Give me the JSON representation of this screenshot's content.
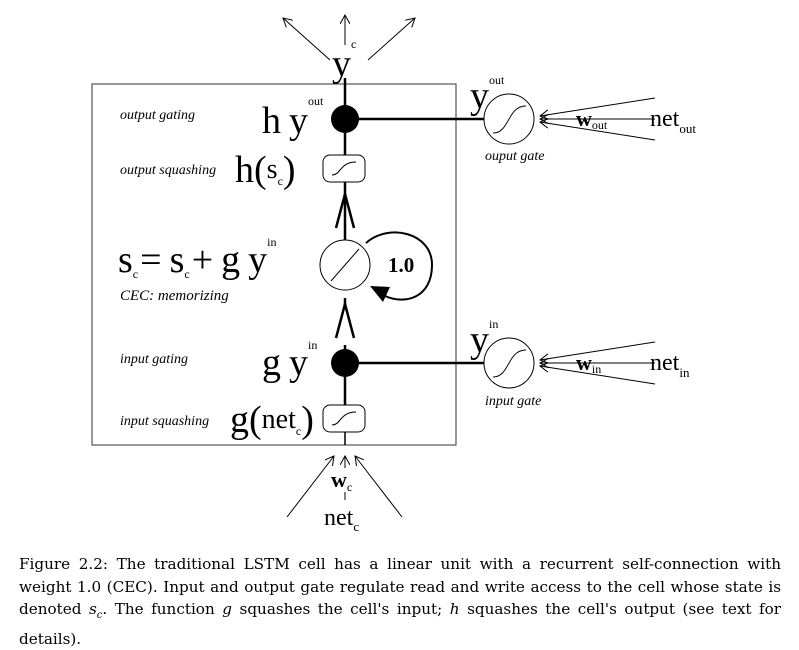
{
  "diagram": {
    "cell_output": {
      "base": "y",
      "sup": "c"
    },
    "row_labels": {
      "output_gating": "output gating",
      "output_squashing": "output squashing",
      "cec": "CEC: memorizing",
      "input_gating": "input gating",
      "input_squashing": "input squashing"
    },
    "output_gating_formula": {
      "h": "h",
      "y": "y",
      "sup": "out"
    },
    "output_squashing_formula": {
      "h": "h(",
      "s": "s",
      "sub": "c",
      "close": ")"
    },
    "cec_formula": {
      "s1": "s",
      "sub1": "c",
      "eq": "=",
      "s2": "s",
      "sub2": "c",
      "plus": "+",
      "g": "g",
      "y": "y",
      "sup": "in"
    },
    "input_gating_formula": {
      "g": "g",
      "y": "y",
      "sup": "in"
    },
    "input_squashing_formula": {
      "g": "g(",
      "net": "net",
      "sub": "c",
      "close": ")"
    },
    "self_loop_weight": "1.0",
    "output_gate": {
      "y": "y",
      "y_sup": "out",
      "w": "w",
      "w_sub": "out",
      "net": "net",
      "net_sub": "out",
      "caption": "ouput gate"
    },
    "input_gate": {
      "y": "y",
      "y_sup": "in",
      "w": "w",
      "w_sub": "in",
      "net": "net",
      "net_sub": "in",
      "caption": "input gate"
    },
    "cell_input": {
      "w": "w",
      "w_sub": "c",
      "net": "net",
      "net_sub": "c"
    }
  },
  "caption": {
    "figure_label": "Figure 2.2:",
    "part1": "The traditional LSTM cell has a linear unit with a recurrent self-connection with weight 1.0 (CEC). Input and output gate regulate read and write access to the cell whose state is denoted",
    "state_var": "s",
    "state_sub": "c",
    "part2": ". The function",
    "g_var": "g",
    "part3": "squashes the cell's input;",
    "h_var": "h",
    "part4": "squashes the cell's output (see text for details)."
  }
}
